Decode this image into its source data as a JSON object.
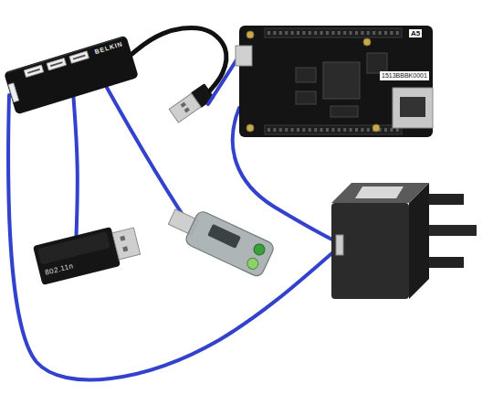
{
  "diagram": {
    "nodes": [
      {
        "text": [
          "BELKIN"
        ]
      },
      {
        "text": [
          "A5",
          "1513BBBK0001"
        ]
      },
      {
        "text": [
          "802.11n"
        ]
      }
    ],
    "edges": [
      {
        "from": 0,
        "to": 1,
        "arrow": "none"
      },
      {
        "from": 0,
        "to": 2,
        "arrow": "none"
      }
    ]
  }
}
